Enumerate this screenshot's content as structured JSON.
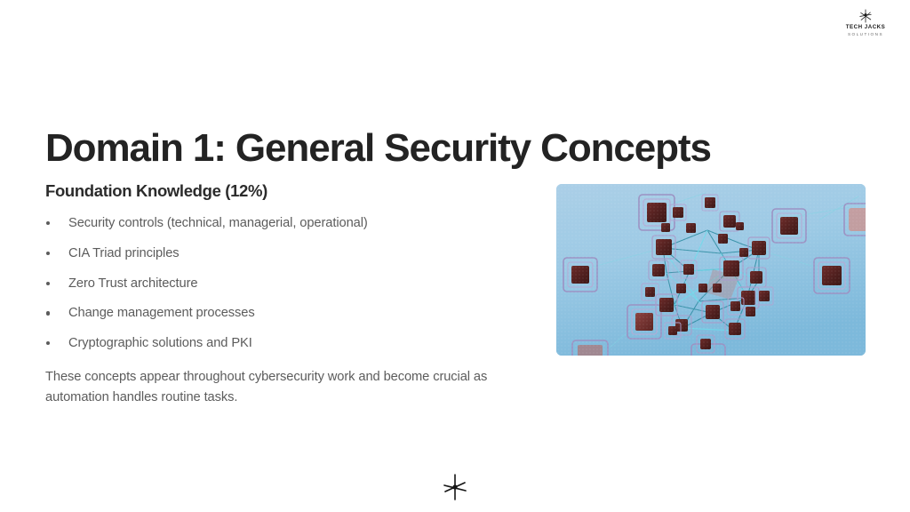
{
  "brand": {
    "star_icon": "star-sparkle-icon",
    "name": "TECH JACKS",
    "subtitle": "SOLUTIONS"
  },
  "slide": {
    "title": "Domain 1: General Security Concepts"
  },
  "content": {
    "section_heading": "Foundation Knowledge (12%)",
    "bullets": [
      {
        "text": "Security controls (technical, managerial, operational)"
      },
      {
        "text": "CIA Triad principles"
      },
      {
        "text": "Zero Trust architecture"
      },
      {
        "text": "Change management processes"
      },
      {
        "text": "Cryptographic solutions and PKI"
      }
    ],
    "closing": "These concepts appear throughout cybersecurity work and become crucial as automation handles routine tasks."
  },
  "figure": {
    "name": "network-mesh-illustration",
    "description": "Abstract 3D network mesh of dark red server nodes connected by cyan links on a light blue gradient background",
    "colors": {
      "background_top": "#a8cde6",
      "background_bottom": "#7cb8da",
      "node_fill": "#5e2424",
      "node_frame": "#9d93c4",
      "link_primary": "#2f8fa3",
      "link_bright": "#6fd8e8"
    }
  },
  "footer": {
    "mark_icon": "star-asterisk-icon"
  },
  "theme": {
    "page_background": "#ffffff",
    "title_color": "#232323",
    "heading_color": "#2b2b2b",
    "body_color": "#5c5c5c"
  }
}
